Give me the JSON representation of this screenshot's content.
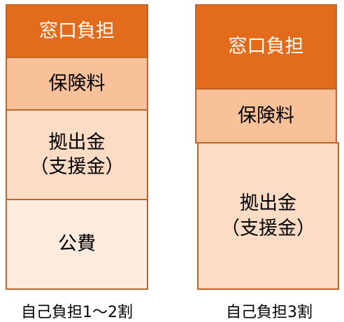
{
  "diagrams": [
    {
      "caption": "自己負担1～2割",
      "blocks": [
        {
          "line1": "窓口負担",
          "line2": ""
        },
        {
          "line1": "保険料",
          "line2": ""
        },
        {
          "line1": "拠出金",
          "line2": "（支援金）"
        },
        {
          "line1": "公費",
          "line2": ""
        }
      ]
    },
    {
      "caption": "自己負担3割",
      "blocks": [
        {
          "line1": "窓口負担",
          "line2": ""
        },
        {
          "line1": "保険料",
          "line2": ""
        },
        {
          "line1": "拠出金",
          "line2": "（支援金）"
        }
      ]
    }
  ],
  "colors": {
    "copay": "#e26c1b",
    "premium": "#f8c19a",
    "support": "#fcdcc4",
    "public": "#fdebdd",
    "border": "#c0652a"
  }
}
